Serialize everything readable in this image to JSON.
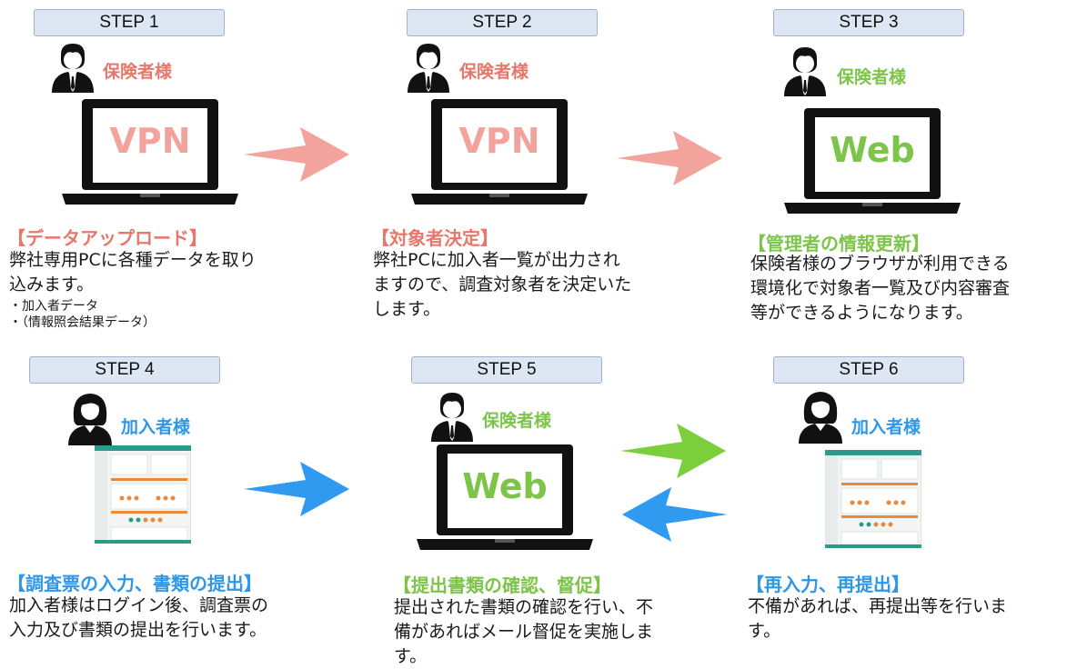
{
  "colors": {
    "red": "#e8776b",
    "green": "#7dc44a",
    "blue": "#2f97e8",
    "arrow_red": "#f2a49c",
    "arrow_green": "#7ccf3c",
    "arrow_blue": "#2f9af0",
    "step_bg": "#dde6f3"
  },
  "steps": [
    {
      "label": "STEP 1",
      "role": "保険者様",
      "role_color": "red",
      "person": "male",
      "screen": "VPN",
      "heading": "【データアップロード】",
      "desc": [
        "弊社専用PCに各種データを取り",
        "込みます。"
      ],
      "bullets": [
        "・加入者データ",
        "・（情報照会結果データ）"
      ]
    },
    {
      "label": "STEP 2",
      "role": "保険者様",
      "role_color": "red",
      "person": "male",
      "screen": "VPN",
      "heading": "【対象者決定】",
      "desc": [
        "弊社PCに加入者一覧が出力され",
        "ますので、調査対象者を決定いた",
        "します。"
      ]
    },
    {
      "label": "STEP 3",
      "role": "保険者様",
      "role_color": "green",
      "person": "male",
      "screen": "Web",
      "heading": "【管理者の情報更新】",
      "desc": [
        "保険者様のブラウザが利用できる",
        "環境化で対象者一覧及び内容審査",
        "等ができるようになります。"
      ]
    },
    {
      "label": "STEP 4",
      "role": "加入者様",
      "role_color": "blue",
      "person": "female",
      "screen": "",
      "heading": "【調査票の入力、書類の提出】",
      "desc": [
        "加入者様はログイン後、調査票の",
        "入力及び書類の提出を行います。"
      ]
    },
    {
      "label": "STEP 5",
      "role": "保険者様",
      "role_color": "green",
      "person": "male",
      "screen": "Web",
      "heading": "【提出書類の確認、督促】",
      "desc": [
        "提出された書類の確認を行い、不",
        "備があればメール督促を実施しま",
        "す。"
      ]
    },
    {
      "label": "STEP 6",
      "role": "加入者様",
      "role_color": "blue",
      "person": "female",
      "screen": "",
      "heading": "【再入力、再提出】",
      "desc": [
        "不備があれば、再提出等を行いま",
        "す。"
      ]
    }
  ],
  "icons": {
    "person_male": "businessman-icon",
    "person_female": "businesswoman-icon",
    "laptop": "laptop-icon",
    "arrow_right": "arrow-right-icon",
    "arrow_left": "arrow-left-icon",
    "app_screenshot": "web-app-screenshot"
  }
}
